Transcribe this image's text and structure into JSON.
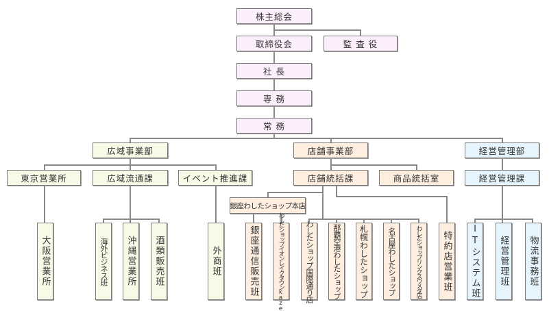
{
  "title": "組織図",
  "colors": {
    "executive": "#fdeefb",
    "wide_area": "#f5fbe6",
    "store": "#fdeee0",
    "management": "#e6f4fd",
    "border": "#7a7a7a",
    "connector": "#888888"
  },
  "executive": {
    "shareholders": "株主総会",
    "board": "取締役会",
    "auditor": "監 査 役",
    "president": "社 長",
    "senior_md": "専 務",
    "md": "常 務"
  },
  "divisions": {
    "wide_area": {
      "label": "広域事業部",
      "sections": [
        {
          "label": "東京営業所",
          "units": [
            "大阪営業所"
          ]
        },
        {
          "label": "広域流通課",
          "units": [
            "海外ビジネス班",
            "沖縄営業所",
            "酒類販売班"
          ]
        },
        {
          "label": "イベント推進課",
          "units": [
            "外商班"
          ]
        }
      ]
    },
    "store": {
      "label": "店舗事業部",
      "sections": [
        {
          "label": "店舗統括課",
          "flagship": {
            "label": "銀座わしたショップ本店",
            "units": [
              "銀座通信販売班",
              "わしたショップイオンレイクタウンkaze"
            ]
          },
          "units": [
            "わしたショップ国際通り店",
            "那覇空港わしたショップ",
            "札幌わしたショップ",
            "名古屋わしたショップ",
            "わしたショップリンクスウメダ店",
            "特約店営業班"
          ]
        },
        {
          "label": "商品統括室",
          "units": []
        }
      ]
    },
    "management": {
      "label": "経営管理部",
      "sections": [
        {
          "label": "経営管理課",
          "units": [
            "ITシステム班",
            "経営管理班",
            "物流事務班"
          ]
        }
      ]
    }
  }
}
